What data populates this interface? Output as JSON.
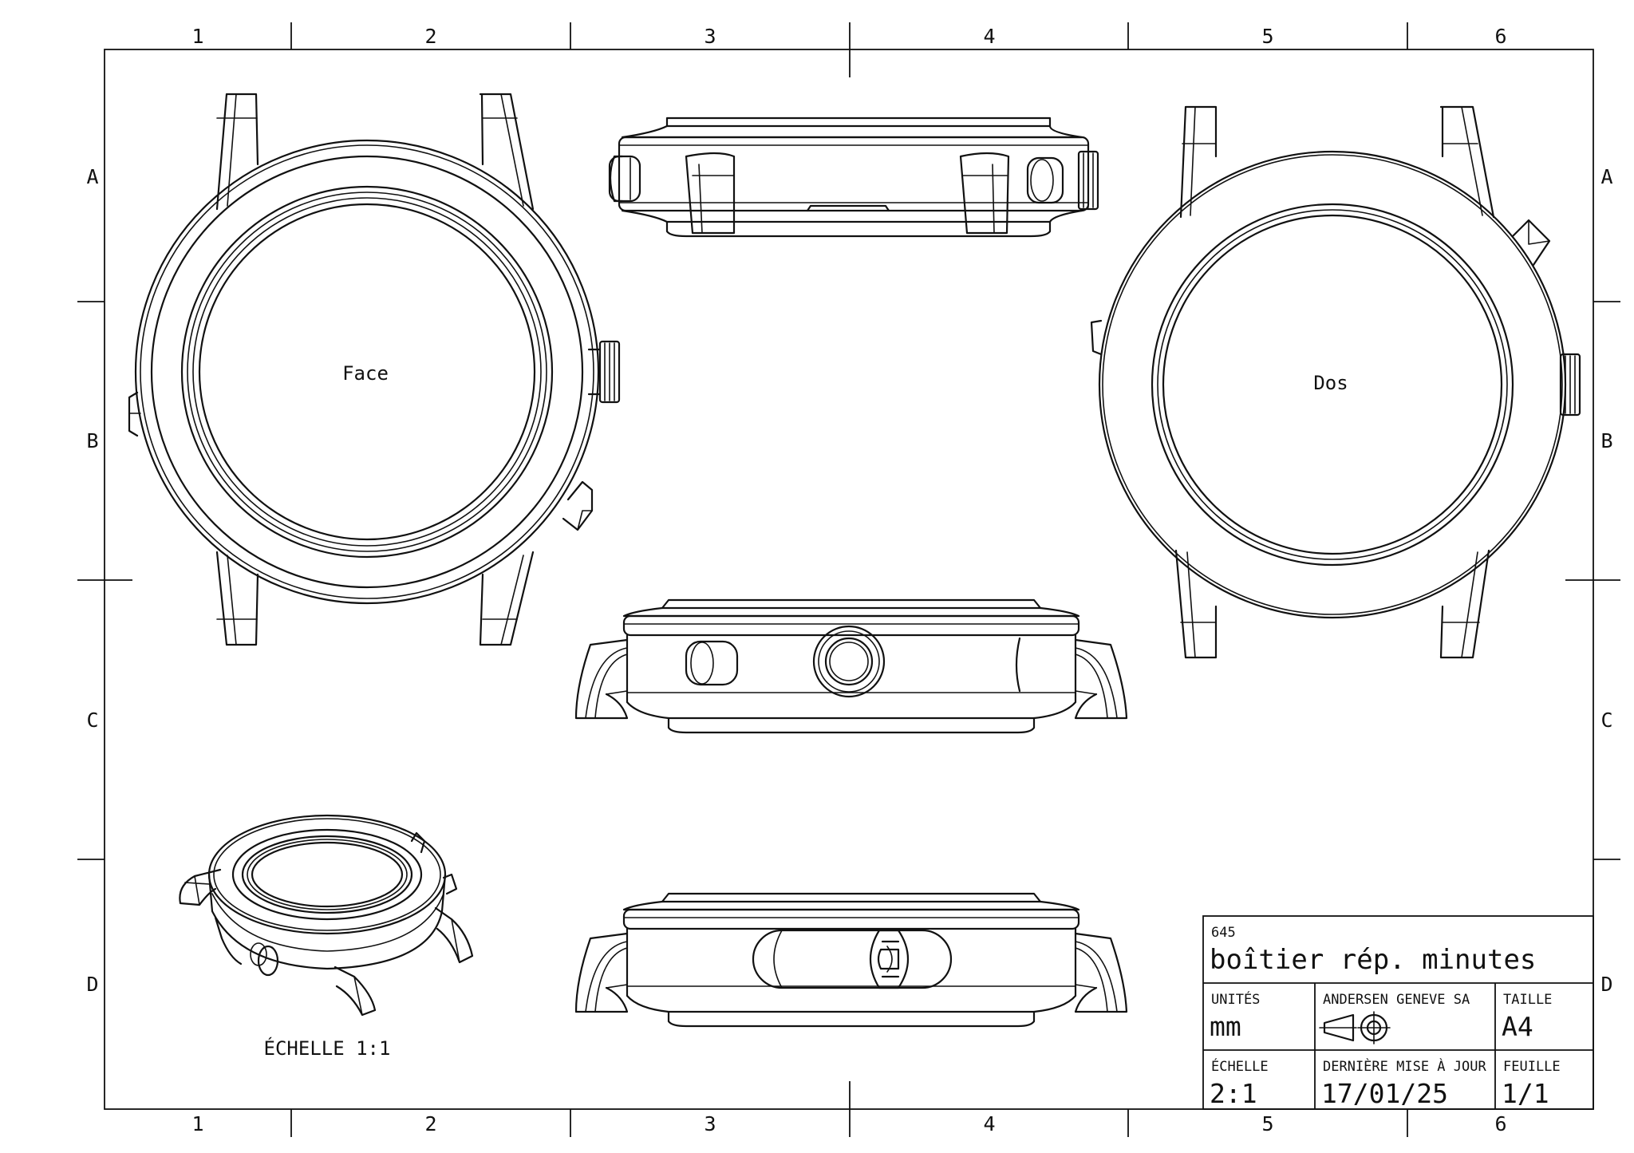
{
  "sheet": {
    "columns": [
      "1",
      "2",
      "3",
      "4",
      "5",
      "6"
    ],
    "rows": [
      "A",
      "B",
      "C",
      "D"
    ]
  },
  "views": {
    "face_label": "Face",
    "back_label": "Dos",
    "iso_scale_note": "ÉCHELLE 1:1"
  },
  "title_block": {
    "number": "645",
    "title": "boîtier rép. minutes",
    "units_label": "UNITÉS",
    "units_value": "mm",
    "company": "ANDERSEN GENEVE SA",
    "size_label": "TAILLE",
    "size_value": "A4",
    "scale_label": "ÉCHELLE",
    "scale_value": "2:1",
    "updated_label": "DERNIÈRE MISE À JOUR",
    "updated_value": "17/01/25",
    "sheet_label": "FEUILLE",
    "sheet_value": "1/1"
  },
  "icons": [
    "first-angle-projection-icon"
  ]
}
